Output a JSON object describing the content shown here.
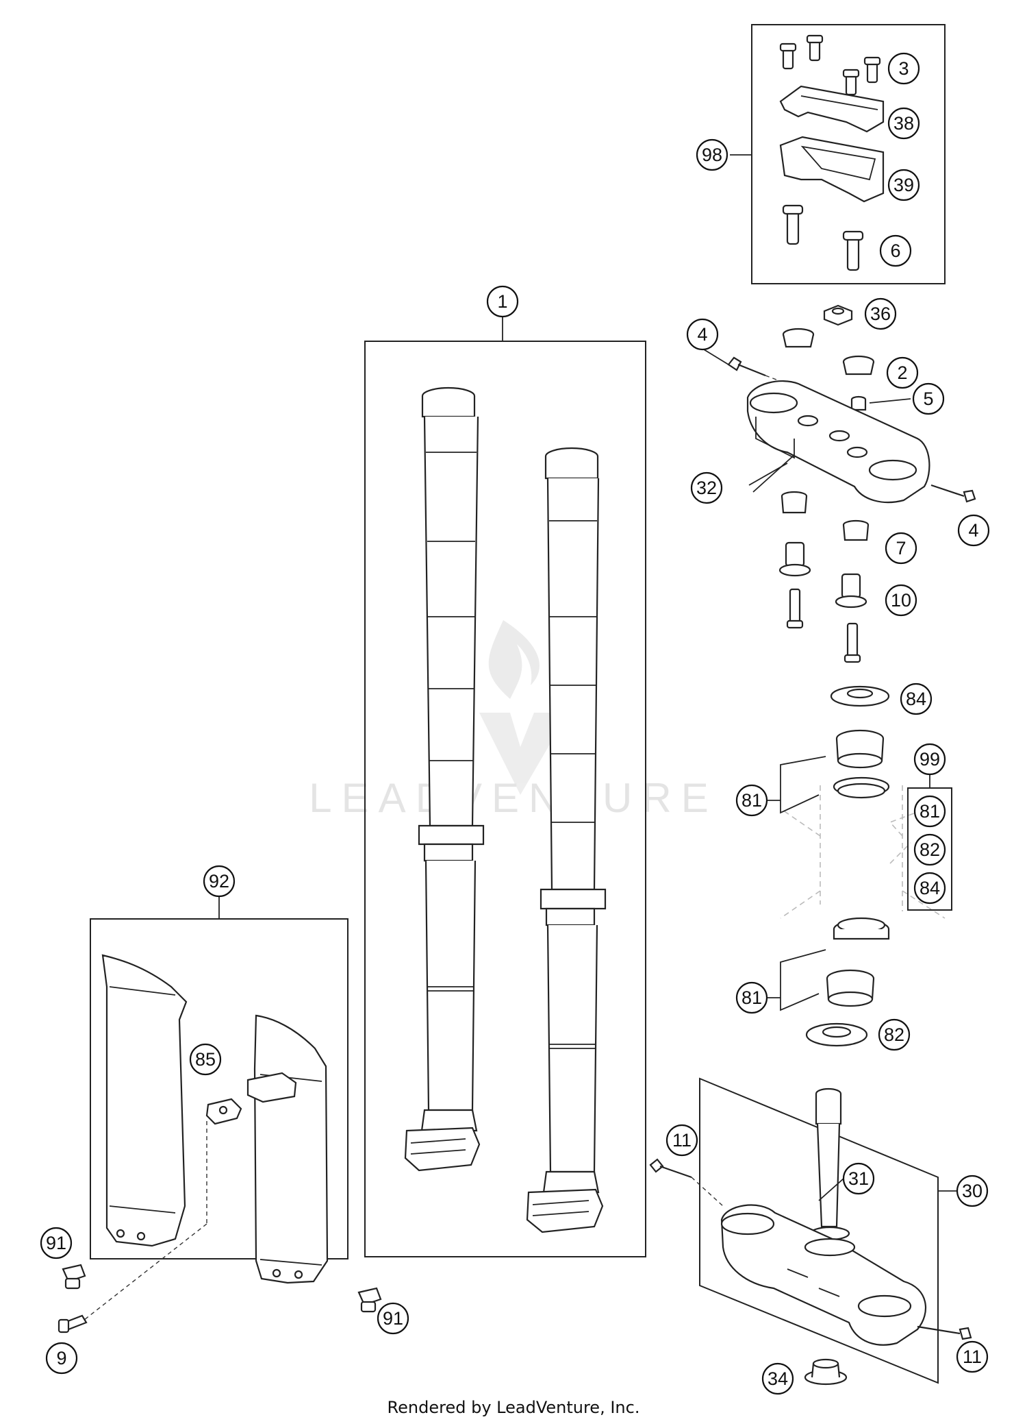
{
  "watermark": "LEADVENTURE",
  "footer": "Rendered by LeadVenture, Inc.",
  "callouts": {
    "c1": "1",
    "c2": "2",
    "c3": "3",
    "c4a": "4",
    "c4b": "4",
    "c5": "5",
    "c6": "6",
    "c7": "7",
    "c9": "9",
    "c10": "10",
    "c11a": "11",
    "c11b": "11",
    "c30": "30",
    "c31": "31",
    "c32": "32",
    "c34": "34",
    "c36": "36",
    "c38": "38",
    "c39": "39",
    "c81a": "81",
    "c81b": "81",
    "c82": "82",
    "c84": "84",
    "c85": "85",
    "c91a": "91",
    "c91b": "91",
    "c92": "92",
    "c98": "98",
    "c99": "99",
    "k81": "81",
    "k82": "82",
    "k84": "84"
  }
}
